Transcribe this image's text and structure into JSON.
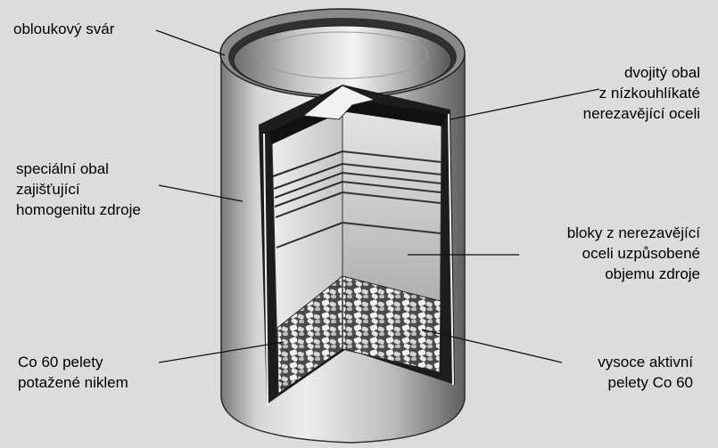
{
  "labels": {
    "arc_weld": [
      "obloukový svár"
    ],
    "double_casing": [
      "dvojitý obal",
      "z nízkouhlíkaté",
      "nerezavějící oceli"
    ],
    "special_casing": [
      "speciální obal",
      "zajišťující",
      "homogenitu zdroje"
    ],
    "steel_blocks": [
      "bloky z nerezavějící",
      "oceli uzpůsobené",
      "objemu zdroje"
    ],
    "nickel_pellets": [
      "Co 60 pelety",
      "potažené niklem"
    ],
    "active_pellets": [
      "vysoce aktivní",
      "pelety Co 60"
    ]
  }
}
